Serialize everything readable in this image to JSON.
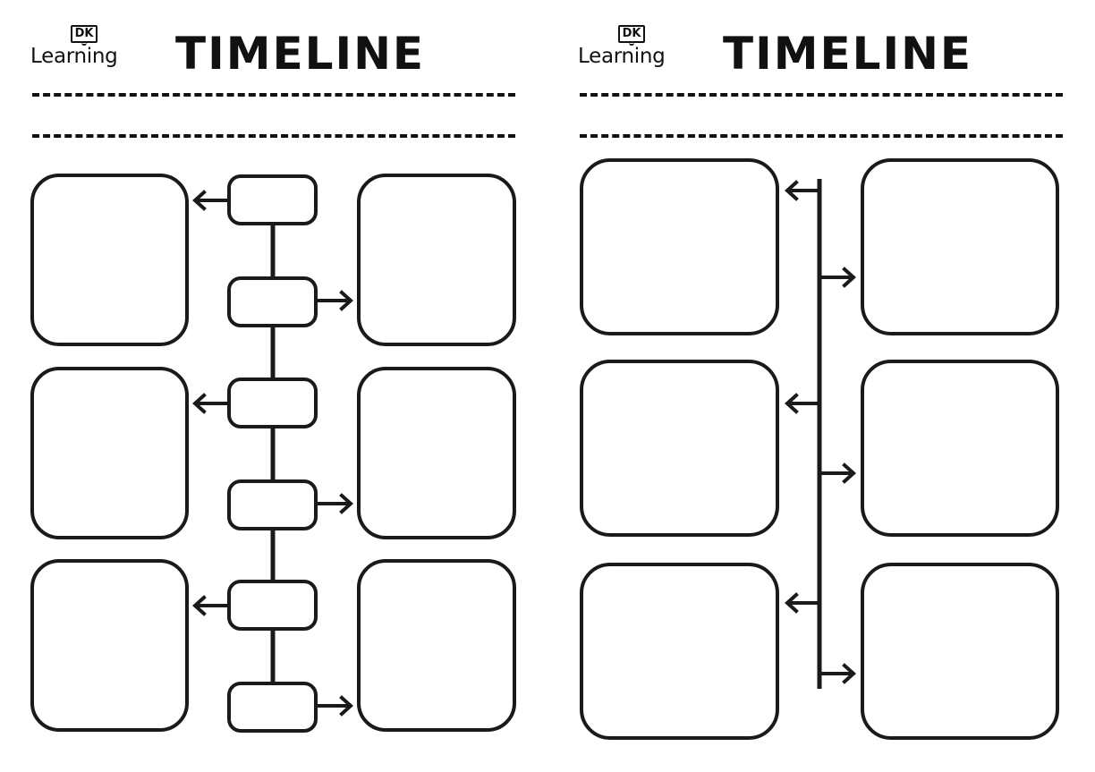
{
  "sheets": [
    {
      "brand": {
        "mark": "DK",
        "name": "Learning"
      },
      "title": "TIMELINE",
      "layout": "central-spine-with-date-boxes",
      "event_boxes": 6,
      "date_boxes": 6
    },
    {
      "brand": {
        "mark": "DK",
        "name": "Learning"
      },
      "title": "TIMELINE",
      "layout": "central-line-with-arrows",
      "event_boxes": 6
    }
  ],
  "colors": {
    "ink": "#1a1a1a",
    "paper": "#ffffff"
  }
}
